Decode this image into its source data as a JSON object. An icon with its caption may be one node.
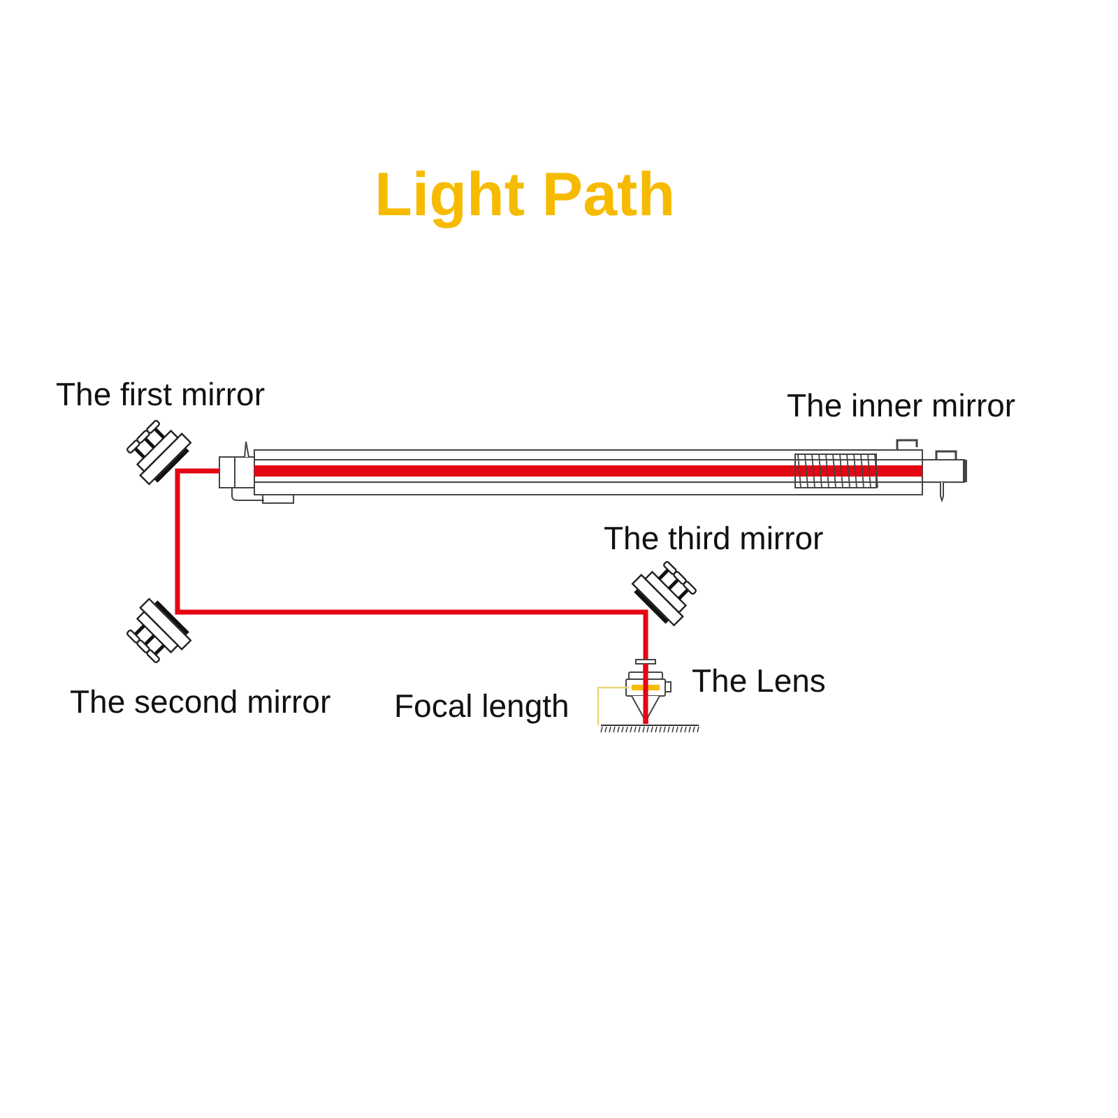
{
  "diagram": {
    "title": "Light Path",
    "labels": [
      "The first mirror",
      "The inner mirror",
      "The third mirror",
      "The second mirror",
      "Focal length",
      "The Lens"
    ]
  }
}
